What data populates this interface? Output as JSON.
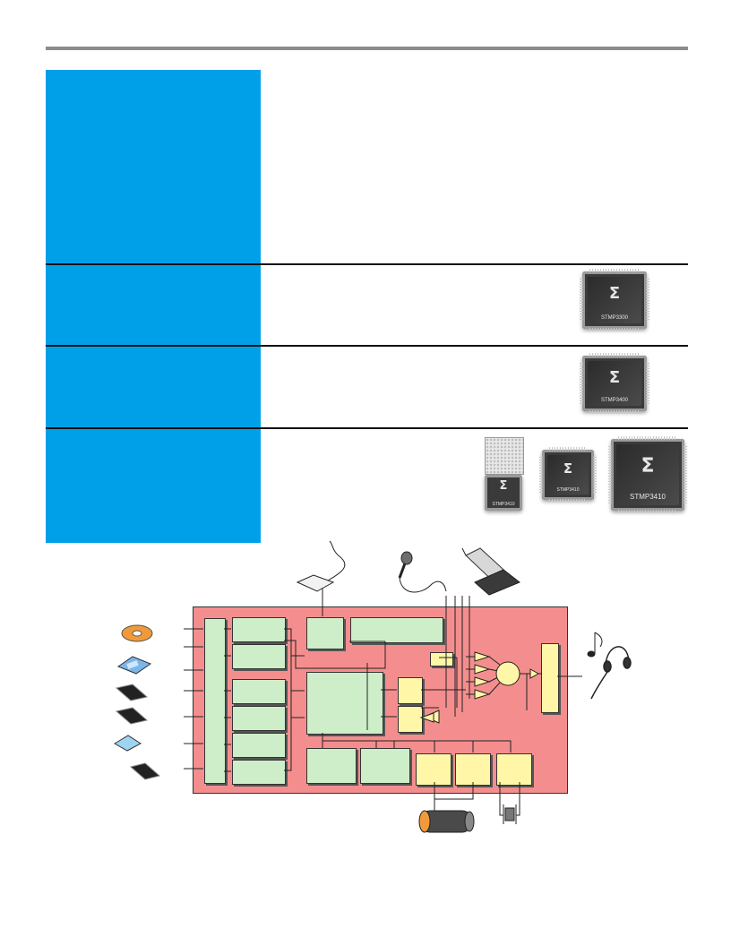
{
  "header": {
    "rule_color": "#8c8c8c"
  },
  "sidebar_band": {
    "color": "#00a0e9"
  },
  "products": [
    {
      "chip_label": "STMP3300"
    },
    {
      "chip_label": "STMP3400"
    },
    {
      "chip_label": "STMP3410",
      "variants": [
        "STMP3410",
        "STMP3410",
        "STMP3410"
      ]
    }
  ],
  "block_diagram": {
    "board_color": "#f48e8e",
    "block_green": "#cdeec8",
    "block_yellow": "#fff6a8",
    "peripheral_icons": [
      "cd-disc-icon",
      "keypad-icon",
      "smartmedia-card-icon",
      "smartmedia-card-icon",
      "compactflash-card-icon",
      "memory-card-icon"
    ],
    "top_icons": [
      "usb-cable-icon",
      "microphone-icon",
      "fm-tuner-icon"
    ],
    "right_icons": [
      "music-notes-icon",
      "headphones-icon"
    ],
    "bottom_icons": [
      "battery-icon",
      "crystal-icon"
    ]
  }
}
